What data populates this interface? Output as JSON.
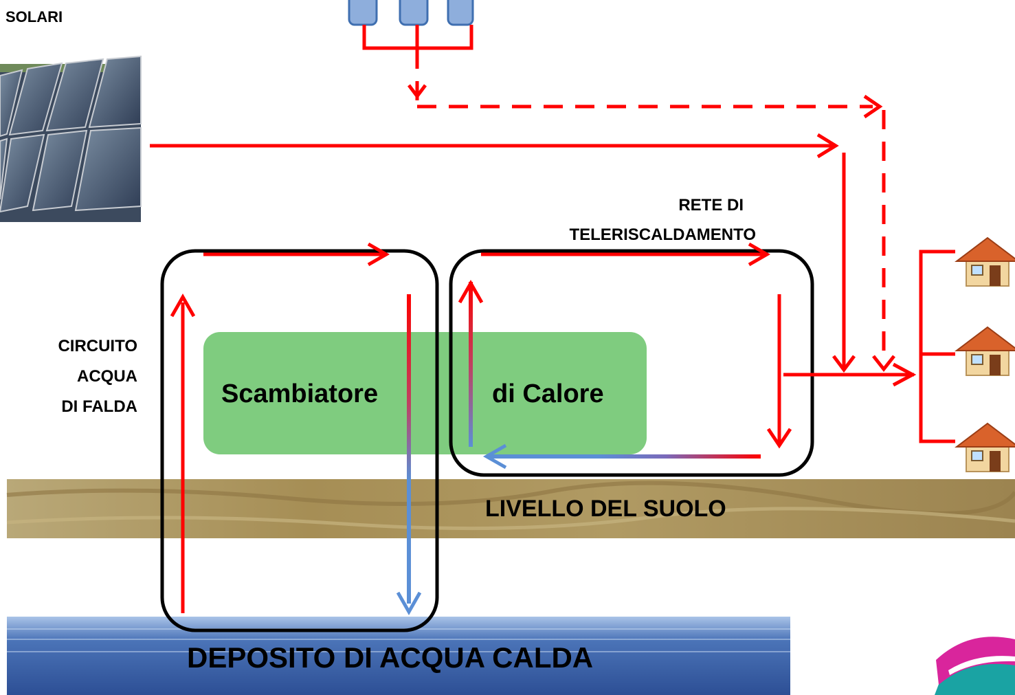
{
  "labels": {
    "solar": "SOLARI",
    "network_line1": "RETE DI",
    "network_line2": "TELERISCALDAMENTO",
    "circuit_line1": "CIRCUITO",
    "circuit_line2": "ACQUA",
    "circuit_line3": "DI FALDA",
    "exchanger_left": "Scambiatore",
    "exchanger_right": "di Calore",
    "ground": "LIVELLO DEL SUOLO",
    "storage": "DEPOSITO DI ACQUA CALDA"
  },
  "colors": {
    "hot": "#ff0000",
    "cold": "#5b8fd6",
    "exchanger": "#7fcc7f",
    "loop_border": "#000000",
    "ground": "#a8905a",
    "water": "#3a5fa8",
    "tank": "#8eaedc",
    "roof": "#d9622b",
    "wall": "#f2d6a0"
  },
  "icons": {
    "solar_panels": "solar-panel-field",
    "storage_tanks": "tank-icon",
    "houses": "house-icon",
    "logo": "logo-mark"
  }
}
